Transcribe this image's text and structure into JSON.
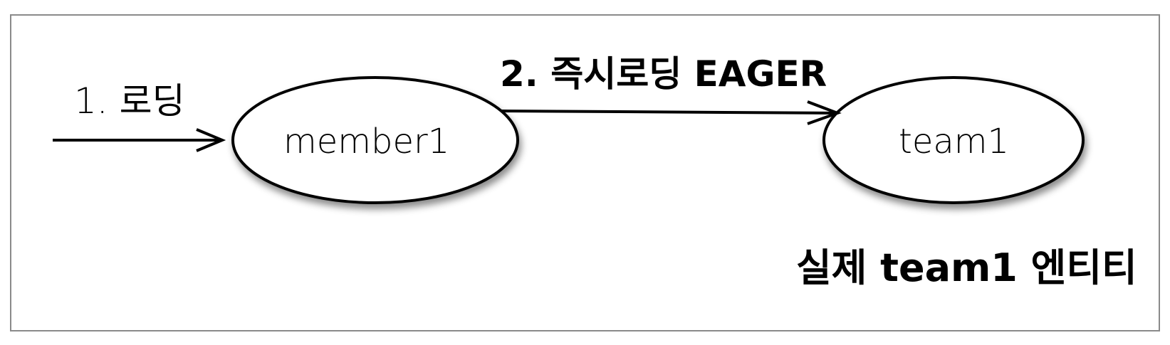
{
  "diagram": {
    "nodes": [
      {
        "id": "member1",
        "label": "member1"
      },
      {
        "id": "team1",
        "label": "team1"
      }
    ],
    "edges": [
      {
        "from": "external",
        "to": "member1",
        "label": "1. 로딩"
      },
      {
        "from": "member1",
        "to": "team1",
        "label": "2. 즉시로딩 EAGER"
      }
    ],
    "annotation": "실제 team1 엔티티",
    "colors": {
      "stroke": "#000000",
      "frame": "#8a8a8a",
      "background": "#ffffff"
    }
  }
}
